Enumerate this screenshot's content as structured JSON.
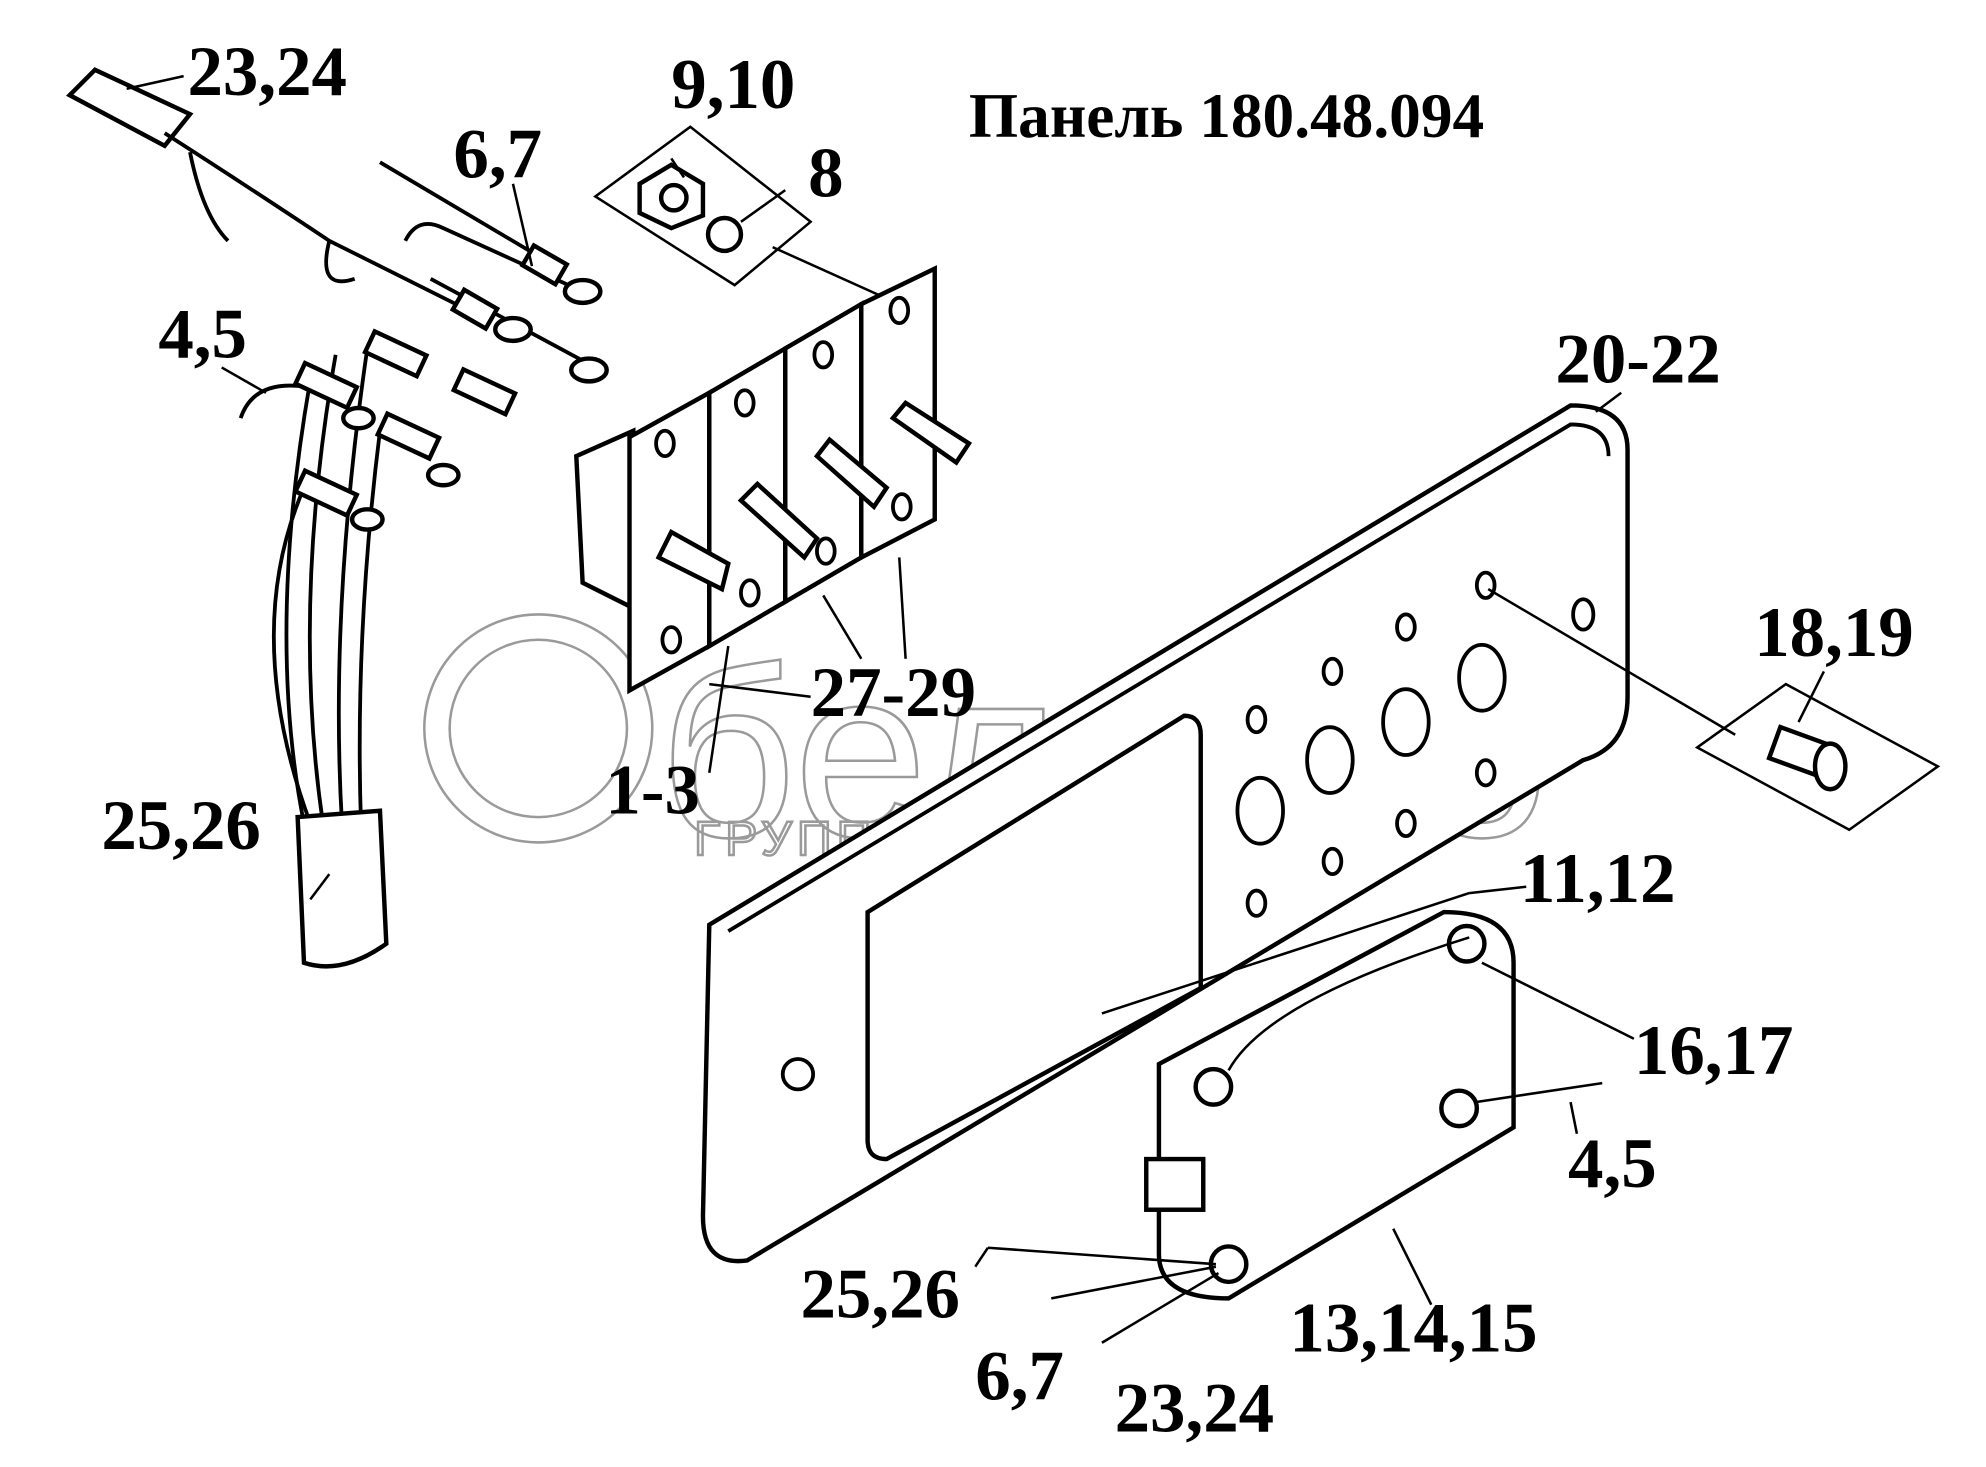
{
  "title": "Панель 180.48.094",
  "watermark": {
    "brand": "белагро",
    "subtitle": "ГРУППА КОМПАНИЙ"
  },
  "callouts": {
    "c1": "23,24",
    "c2": "9,10",
    "c3": "6,7",
    "c4": "8",
    "c5": "4,5",
    "c6": "20-22",
    "c7": "18,19",
    "c8": "27-29",
    "c9": "1-3",
    "c10": "25,26",
    "c11": "11,12",
    "c12": "16,17",
    "c13": "4,5",
    "c14": "25,26",
    "c15": "13,14,15",
    "c16": "6,7",
    "c17": "23,24"
  }
}
